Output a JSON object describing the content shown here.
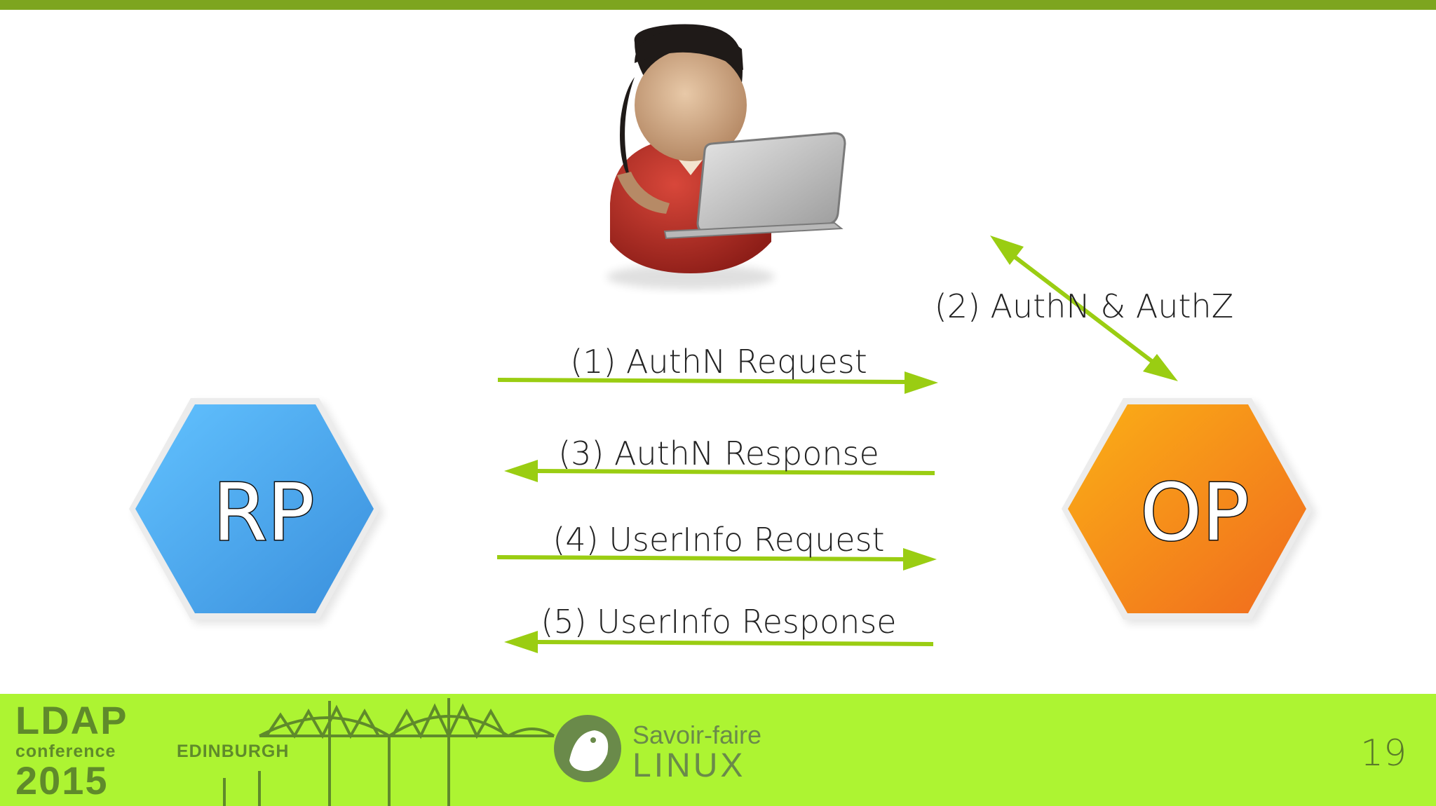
{
  "colors": {
    "top_bar": "#7da51f",
    "arrow": "#9acd12",
    "rp_hex": "#4aa5ec",
    "op_hex": "#f7901e",
    "footer": "#adf432",
    "footer_text": "#5f8a2b"
  },
  "nodes": {
    "rp": "RP",
    "op": "OP"
  },
  "arrows": {
    "step1": "(1) AuthN Request",
    "step2": "(2) AuthN & AuthZ",
    "step3": "(3) AuthN Response",
    "step4": "(4) UserInfo Request",
    "step5": "(5) UserInfo Response"
  },
  "icons": {
    "user": "user-with-laptop-icon",
    "bridge": "forth-bridge-icon",
    "penguin": "penguin-logo-icon"
  },
  "footer": {
    "ldap": "LDAP",
    "conference": "conference",
    "city": "EDINBURGH",
    "year": "2015",
    "brand_top": "Savoir-faire",
    "brand_bottom": "LINUX",
    "page_number": "19"
  }
}
